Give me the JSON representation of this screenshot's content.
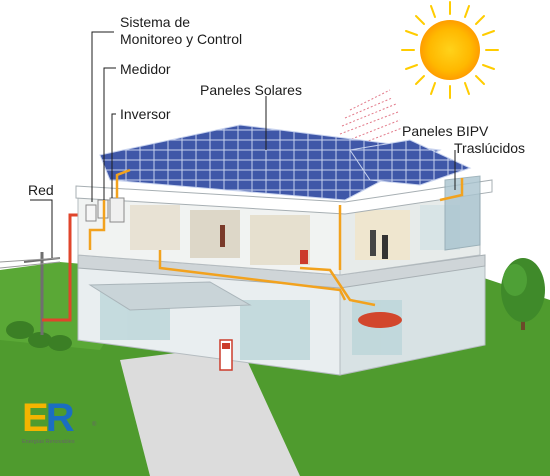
{
  "labels": {
    "monitoring_line1": "Sistema de",
    "monitoring_line2": "Monitoreo y Control",
    "meter": "Medidor",
    "inverter": "Inversor",
    "solar_panels": "Paneles Solares",
    "bipv_line1": "Paneles BIPV",
    "bipv_line2": "Traslúcidos",
    "grid": "Red"
  },
  "logo": {
    "letter_e": "E",
    "letter_r": "R",
    "registered": "®",
    "tagline": "Energías Renovables"
  },
  "colors": {
    "sun": "#ffcc00",
    "cable": "#f2a21e",
    "grid_cable": "#e0452b",
    "grass": "#4f9b2e",
    "panel": "#3f57a8",
    "logo_e": "#f4b400",
    "logo_r": "#1b6ec2"
  }
}
